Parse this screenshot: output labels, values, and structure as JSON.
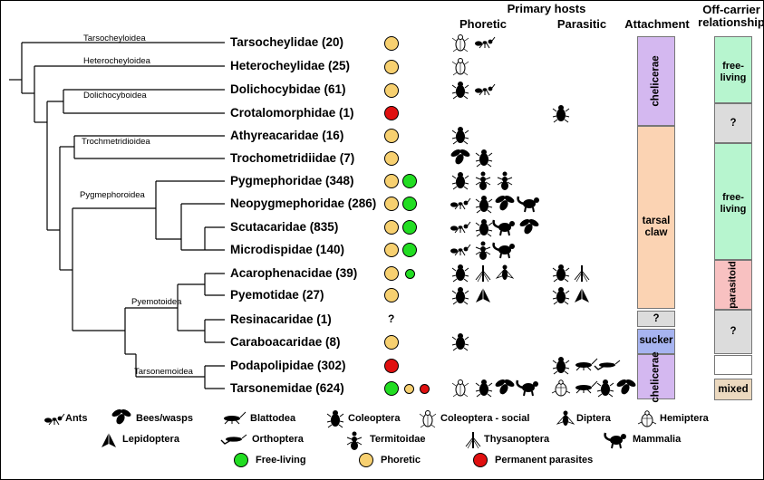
{
  "headers": {
    "primary_hosts": "Primary hosts",
    "phoretic": "Phoretic",
    "parasitic": "Parasitic",
    "attachment": "Attachment",
    "off_carrier": "Off-carrier relationship"
  },
  "clades": {
    "tarsocheyloidea": "Tarsocheyloidea",
    "heterocheyloidea": "Heterocheyloidea",
    "dolichocyboidea": "Dolichocyboidea",
    "trochometridioidea": "Trochmetridioidea",
    "pygmephoroidea": "Pygmephoroidea",
    "pyemotoidea": "Pyemotoidea",
    "tarsonemoidea": "Tarsonemoidea"
  },
  "families": [
    {
      "label": "Tarsocheylidae (20)"
    },
    {
      "label": "Heterocheylidae (25)"
    },
    {
      "label": "Dolichocybidae (61)"
    },
    {
      "label": "Crotalomorphidae (1)"
    },
    {
      "label": "Athyreacaridae (16)"
    },
    {
      "label": "Trochometridiidae (7)"
    },
    {
      "label": "Pygmephoridae (348)"
    },
    {
      "label": "Neopygmephoridae (286)"
    },
    {
      "label": "Scutacaridae (835)"
    },
    {
      "label": "Microdispidae (140)"
    },
    {
      "label": "Acarophenacidae (39)"
    },
    {
      "label": "Pyemotidae (27)"
    },
    {
      "label": "Resinacaridae (1)"
    },
    {
      "label": "Caraboacaridae (8)"
    },
    {
      "label": "Podapolipidae (302)"
    },
    {
      "label": "Tarsonemidae (624)"
    }
  ],
  "unknown_mark": "?",
  "attachment": {
    "chelicerae_top": "chelicerae",
    "tarsal_claw": "tarsal claw",
    "unknown": "?",
    "sucker": "sucker",
    "chelicerae_bottom": "chelicerae"
  },
  "off_carrier": {
    "free_living_top": "free-living",
    "unknown_1": "?",
    "free_living_mid": "free-living",
    "parasitoid": "parasitoid",
    "unknown_2": "?",
    "mixed": "mixed"
  },
  "legend": {
    "ants": "Ants",
    "bees_wasps": "Bees/wasps",
    "blattodea": "Blattodea",
    "coleoptera": "Coleoptera",
    "coleoptera_social": "Coleoptera - social",
    "diptera": "Diptera",
    "hemiptera": "Hemiptera",
    "lepidoptera": "Lepidoptera",
    "orthoptera": "Orthoptera",
    "termitoidae": "Termitoidae",
    "thysanoptera": "Thysanoptera",
    "mammalia": "Mammalia",
    "free_living": "Free-living",
    "phoretic": "Phoretic",
    "permanent_parasites": "Permanent parasites"
  },
  "colors": {
    "free_living": "#22dd22",
    "phoretic": "#f7d070",
    "parasite": "#e01010",
    "lavender": "#d4b8f0",
    "peach": "#fbd3b3",
    "mint": "#b7f5cf",
    "pink": "#f8c1c1",
    "grey": "#dcdcdc",
    "blue": "#a7b4f0",
    "tan": "#ecd9bf"
  }
}
